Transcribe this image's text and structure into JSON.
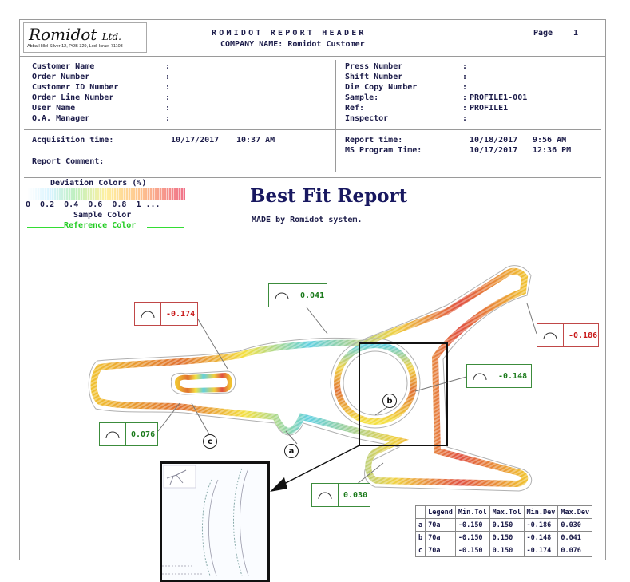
{
  "logo": {
    "name": "Romidot",
    "suffix": "Ltd.",
    "address": "Abba Hillel Silver 12, POB 329, Lod, Israel 71103"
  },
  "header": {
    "title": "ROMIDOT REPORT HEADER",
    "company_label": "COMPANY NAME:",
    "company_value": "Romidot Customer",
    "page_label": "Page",
    "page_number": "1"
  },
  "fields_left": [
    {
      "label": "Customer Name",
      "sep": ":",
      "value": ""
    },
    {
      "label": "Order Number",
      "sep": ":",
      "value": ""
    },
    {
      "label": "Customer ID Number",
      "sep": ":",
      "value": ""
    },
    {
      "label": "Order Line Number",
      "sep": ":",
      "value": ""
    },
    {
      "label": "User Name",
      "sep": ":",
      "value": ""
    },
    {
      "label": "Q.A. Manager",
      "sep": ":",
      "value": ""
    }
  ],
  "fields_right": [
    {
      "label": "Press Number",
      "sep": ":",
      "value": ""
    },
    {
      "label": "Shift Number",
      "sep": ":",
      "value": ""
    },
    {
      "label": "Die Copy Number",
      "sep": ":",
      "value": ""
    },
    {
      "label": "Sample:",
      "sep": ":",
      "value": "PROFILE1-001"
    },
    {
      "label": "Ref:",
      "sep": ":",
      "value": "PROFILE1"
    },
    {
      "label": "Inspector",
      "sep": ":",
      "value": ""
    }
  ],
  "times": {
    "acquisition_label": "Acquisition time:",
    "acquisition_date": "10/17/2017",
    "acquisition_time": "10:37 AM",
    "report_label": "Report time:",
    "report_date": "10/18/2017",
    "report_time": "9:56 AM",
    "ms_label": "MS Program Time:",
    "ms_date": "10/17/2017",
    "ms_time": "12:36 PM",
    "comment_label": "Report Comment:"
  },
  "deviation": {
    "title": "Deviation Colors (%)",
    "scale": "0  0.2  0.4  0.6  0.8  1 ...",
    "sample_label": "Sample Color",
    "reference_label": "Reference Color",
    "reference_color": "#22dd22"
  },
  "report": {
    "title": "Best Fit Report",
    "subtitle": "MADE by Romidot system."
  },
  "callouts": [
    {
      "id": "c1",
      "value": "-0.174",
      "status": "red"
    },
    {
      "id": "c2",
      "value": "0.041",
      "status": "green"
    },
    {
      "id": "c3",
      "value": "-0.186",
      "status": "red"
    },
    {
      "id": "c4",
      "value": "-0.148",
      "status": "green"
    },
    {
      "id": "c5",
      "value": "0.076",
      "status": "green"
    },
    {
      "id": "c6",
      "value": "0.030",
      "status": "green"
    }
  ],
  "markers": [
    "a",
    "b",
    "c"
  ],
  "legend_table": {
    "headers": [
      "",
      "Legend",
      "Min.Tol",
      "Max.Tol",
      "Min.Dev",
      "Max.Dev"
    ],
    "rows": [
      [
        "a",
        "70a",
        "-0.150",
        "0.150",
        "-0.186",
        "0.030"
      ],
      [
        "b",
        "70a",
        "-0.150",
        "0.150",
        "-0.148",
        "0.041"
      ],
      [
        "c",
        "70a",
        "-0.150",
        "0.150",
        "-0.174",
        "0.076"
      ]
    ]
  },
  "colors": {
    "header_text": "#1c1c4a",
    "title_text": "#181860",
    "out_of_tol": "#c81818",
    "in_tol": "#1a7a1a"
  }
}
